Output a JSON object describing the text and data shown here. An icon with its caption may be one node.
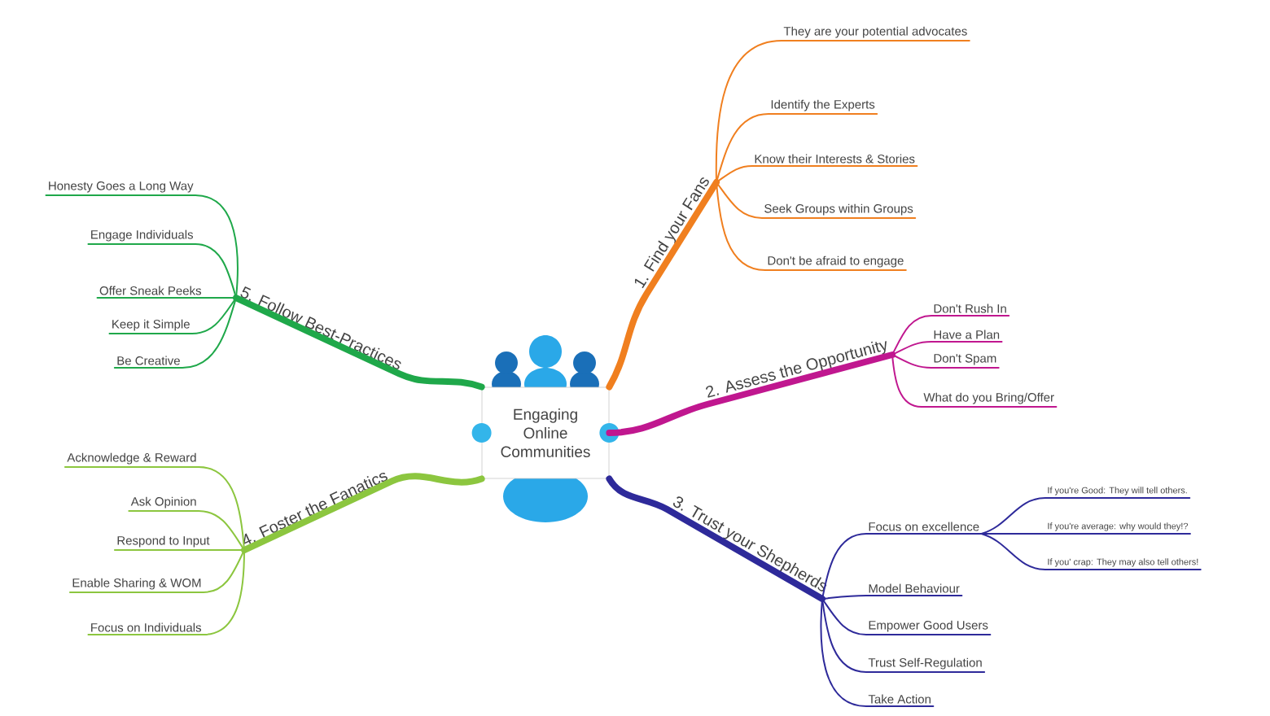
{
  "diagram": {
    "nodes": [
      {
        "text": [
          "Engaging Online Communities"
        ]
      },
      {
        "text": [
          "1. Find your Fans"
        ]
      },
      {
        "text": [
          "They are your potential advocates"
        ]
      },
      {
        "text": [
          "Identify the Experts"
        ]
      },
      {
        "text": [
          "Know their Interests & Stories"
        ]
      },
      {
        "text": [
          "Seek Groups within Groups"
        ]
      },
      {
        "text": [
          "Don't be afraid to engage"
        ]
      },
      {
        "text": [
          "2. Assess the Opportunity"
        ]
      },
      {
        "text": [
          "Don't Rush In"
        ]
      },
      {
        "text": [
          "Have a Plan"
        ]
      },
      {
        "text": [
          "Don't Spam"
        ]
      },
      {
        "text": [
          "What do you Bring/Offer"
        ]
      },
      {
        "text": [
          "3. Trust your Shepherds"
        ]
      },
      {
        "text": [
          "Focus on excellence"
        ]
      },
      {
        "text": [
          "If you're Good: They will tell others."
        ]
      },
      {
        "text": [
          "If you're average: why would they!?"
        ]
      },
      {
        "text": [
          "If you' crap: They may also tell others!"
        ]
      },
      {
        "text": [
          "Model Behaviour"
        ]
      },
      {
        "text": [
          "Empower Good Users"
        ]
      },
      {
        "text": [
          "Trust Self-Regulation"
        ]
      },
      {
        "text": [
          "Take Action"
        ]
      },
      {
        "text": [
          "4. Foster the Fanatics"
        ]
      },
      {
        "text": [
          "Acknowledge & Reward"
        ]
      },
      {
        "text": [
          "Ask Opinion"
        ]
      },
      {
        "text": [
          "Respond to Input"
        ]
      },
      {
        "text": [
          "Enable Sharing & WOM"
        ]
      },
      {
        "text": [
          "Focus on Individuals"
        ]
      },
      {
        "text": [
          "5. Follow Best-Practices"
        ]
      },
      {
        "text": [
          "Honesty Goes a Long Way"
        ]
      },
      {
        "text": [
          "Engage Individuals"
        ]
      },
      {
        "text": [
          "Offer Sneak Peeks"
        ]
      },
      {
        "text": [
          "Keep it Simple"
        ]
      },
      {
        "text": [
          "Be Creative"
        ]
      }
    ],
    "edges": [
      {
        "from": 0,
        "to": 1,
        "arrow": "none",
        "style": "thick",
        "color": "#f07f1f"
      },
      {
        "from": 1,
        "to": 2,
        "arrow": "none",
        "color": "#f07f1f"
      },
      {
        "from": 1,
        "to": 3,
        "arrow": "none",
        "color": "#f07f1f"
      },
      {
        "from": 1,
        "to": 4,
        "arrow": "none",
        "color": "#f07f1f"
      },
      {
        "from": 1,
        "to": 5,
        "arrow": "none",
        "color": "#f07f1f"
      },
      {
        "from": 1,
        "to": 6,
        "arrow": "none",
        "color": "#f07f1f"
      },
      {
        "from": 0,
        "to": 7,
        "arrow": "none",
        "style": "thick",
        "color": "#c0178f"
      },
      {
        "from": 7,
        "to": 8,
        "arrow": "none",
        "color": "#c0178f"
      },
      {
        "from": 7,
        "to": 9,
        "arrow": "none",
        "color": "#c0178f"
      },
      {
        "from": 7,
        "to": 10,
        "arrow": "none",
        "color": "#c0178f"
      },
      {
        "from": 7,
        "to": 11,
        "arrow": "none",
        "color": "#c0178f"
      },
      {
        "from": 0,
        "to": 12,
        "arrow": "none",
        "style": "thick",
        "color": "#2e2a9a"
      },
      {
        "from": 12,
        "to": 13,
        "arrow": "none",
        "color": "#2e2a9a"
      },
      {
        "from": 13,
        "to": 14,
        "arrow": "none",
        "color": "#2e2a9a"
      },
      {
        "from": 13,
        "to": 15,
        "arrow": "none",
        "color": "#2e2a9a"
      },
      {
        "from": 13,
        "to": 16,
        "arrow": "none",
        "color": "#2e2a9a"
      },
      {
        "from": 12,
        "to": 17,
        "arrow": "none",
        "color": "#2e2a9a"
      },
      {
        "from": 12,
        "to": 18,
        "arrow": "none",
        "color": "#2e2a9a"
      },
      {
        "from": 12,
        "to": 19,
        "arrow": "none",
        "color": "#2e2a9a"
      },
      {
        "from": 12,
        "to": 20,
        "arrow": "none",
        "color": "#2e2a9a"
      },
      {
        "from": 0,
        "to": 21,
        "arrow": "none",
        "style": "thick",
        "color": "#8cc63f"
      },
      {
        "from": 21,
        "to": 22,
        "arrow": "none",
        "color": "#8cc63f"
      },
      {
        "from": 21,
        "to": 23,
        "arrow": "none",
        "color": "#8cc63f"
      },
      {
        "from": 21,
        "to": 24,
        "arrow": "none",
        "color": "#8cc63f"
      },
      {
        "from": 21,
        "to": 25,
        "arrow": "none",
        "color": "#8cc63f"
      },
      {
        "from": 21,
        "to": 26,
        "arrow": "none",
        "color": "#8cc63f"
      },
      {
        "from": 0,
        "to": 27,
        "arrow": "none",
        "style": "thick",
        "color": "#1fa84a"
      },
      {
        "from": 27,
        "to": 28,
        "arrow": "none",
        "color": "#1fa84a"
      },
      {
        "from": 27,
        "to": 29,
        "arrow": "none",
        "color": "#1fa84a"
      },
      {
        "from": 27,
        "to": 30,
        "arrow": "none",
        "color": "#1fa84a"
      },
      {
        "from": 27,
        "to": 31,
        "arrow": "none",
        "color": "#1fa84a"
      },
      {
        "from": 27,
        "to": 32,
        "arrow": "none",
        "color": "#1fa84a"
      }
    ]
  }
}
